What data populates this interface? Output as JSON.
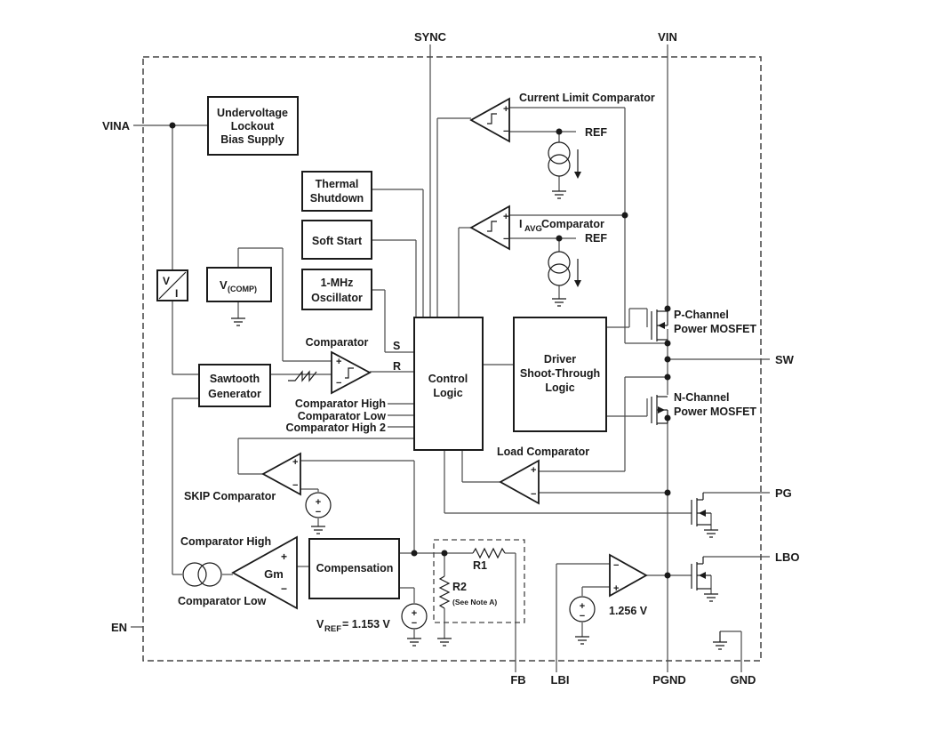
{
  "pins": {
    "sync": "SYNC",
    "vin": "VIN",
    "vina": "VINA",
    "sw": "SW",
    "pg": "PG",
    "lbo": "LBO",
    "en": "EN",
    "fb": "FB",
    "lbi": "LBI",
    "pgnd": "PGND",
    "gnd": "GND"
  },
  "blocks": {
    "uvlo": [
      "Undervoltage",
      "Lockout",
      "Bias Supply"
    ],
    "thermal": [
      "Thermal",
      "Shutdown"
    ],
    "soft_start": "Soft Start",
    "oscillator": [
      "1-MHz",
      "Oscillator"
    ],
    "control": [
      "Control",
      "Logic"
    ],
    "driver": [
      "Driver",
      "Shoot-Through",
      "Logic"
    ],
    "sawtooth": [
      "Sawtooth",
      "Generator"
    ],
    "compensation": "Compensation",
    "vcomp_main": "V",
    "vcomp_sub": "(COMP)",
    "vi_top": "V",
    "vi_bottom": "I"
  },
  "labels": {
    "current_limit_comparator": "Current Limit Comparator",
    "ref": "REF",
    "iavg_main": "I",
    "iavg_sub": "AVG",
    "iavg_rest": " Comparator",
    "comparator": "Comparator",
    "s": "S",
    "r": "R",
    "comparator_high": "Comparator High",
    "comparator_low": "Comparator Low",
    "comparator_high_2": "Comparator High 2",
    "p_channel": [
      "P-Channel",
      "Power MOSFET"
    ],
    "n_channel": [
      "N-Channel",
      "Power MOSFET"
    ],
    "load_comparator": "Load Comparator",
    "skip_comparator": "SKIP Comparator",
    "gm_comparator_high": "Comparator High",
    "gm_comparator_low": "Comparator Low",
    "gm": "Gm",
    "vref_main": "V",
    "vref_sub": "REF",
    "vref_value": " = 1.153 V",
    "r1": "R1",
    "r2": "R2",
    "note_a": "(See Note A)",
    "lbi_ref": "1.256 V",
    "plus": "+",
    "minus": "−"
  }
}
